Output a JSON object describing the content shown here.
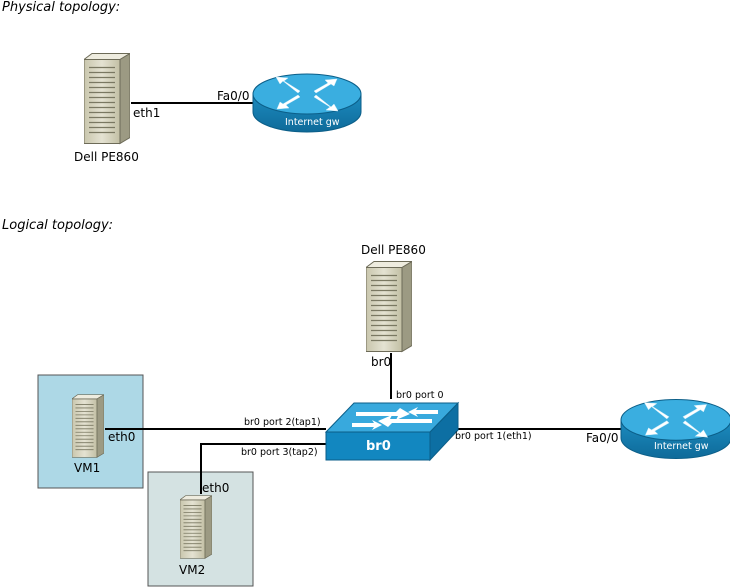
{
  "physical": {
    "title": "Physical topology:",
    "server": {
      "name": "Dell PE860",
      "interface": "eth1"
    },
    "router": {
      "name": "Internet gw",
      "interface": "Fa0/0"
    }
  },
  "logical": {
    "title": "Logical topology:",
    "server": {
      "name": "Dell PE860",
      "interface": "br0"
    },
    "bridge": {
      "name": "br0",
      "port0": "br0 port 0",
      "port1": "br0 port 1(eth1)",
      "port2": "br0 port 2(tap1)",
      "port3": "br0 port 3(tap2)"
    },
    "router": {
      "name": "Internet gw",
      "interface": "Fa0/0"
    },
    "vm1": {
      "name": "VM1",
      "interface": "eth0"
    },
    "vm2": {
      "name": "VM2",
      "interface": "eth0"
    }
  },
  "colors": {
    "router_body": "#1b8fc4",
    "router_top": "#3fb4e4",
    "switch_body": "#1b8fc4",
    "vm1_box": "#add8e6",
    "vm2_box": "#d4e2e2",
    "server_body": "#d8d6c2"
  }
}
